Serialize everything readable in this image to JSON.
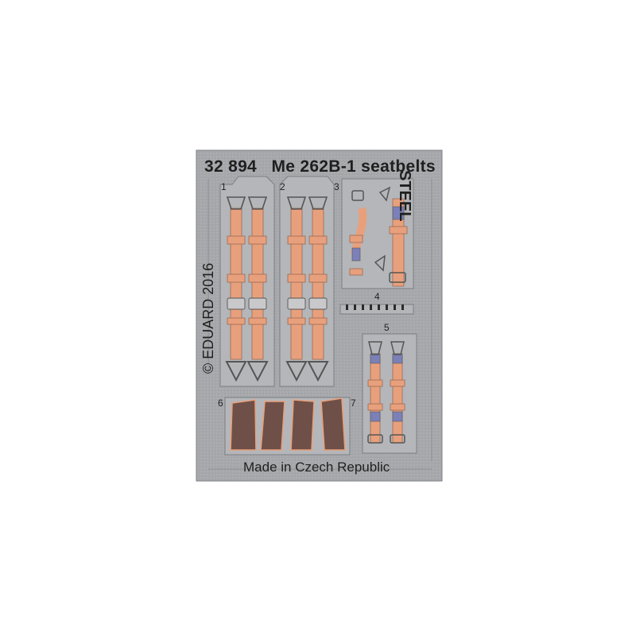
{
  "fret": {
    "catalog_number": "32 894",
    "title": "Me 262B-1 seatbelts",
    "material": "STEEL",
    "copyright": "© EDUARD 2016",
    "origin": "Made in Czech Republic",
    "part_numbers": [
      "1",
      "2",
      "3",
      "4",
      "5",
      "6",
      "7"
    ]
  },
  "colors": {
    "background": "#ffffff",
    "fret_metal": "#a4a6a9",
    "belt_fabric": "#e8a07c",
    "pad_brown": "#6e5048",
    "buckle_blue": "#7b80b8"
  }
}
